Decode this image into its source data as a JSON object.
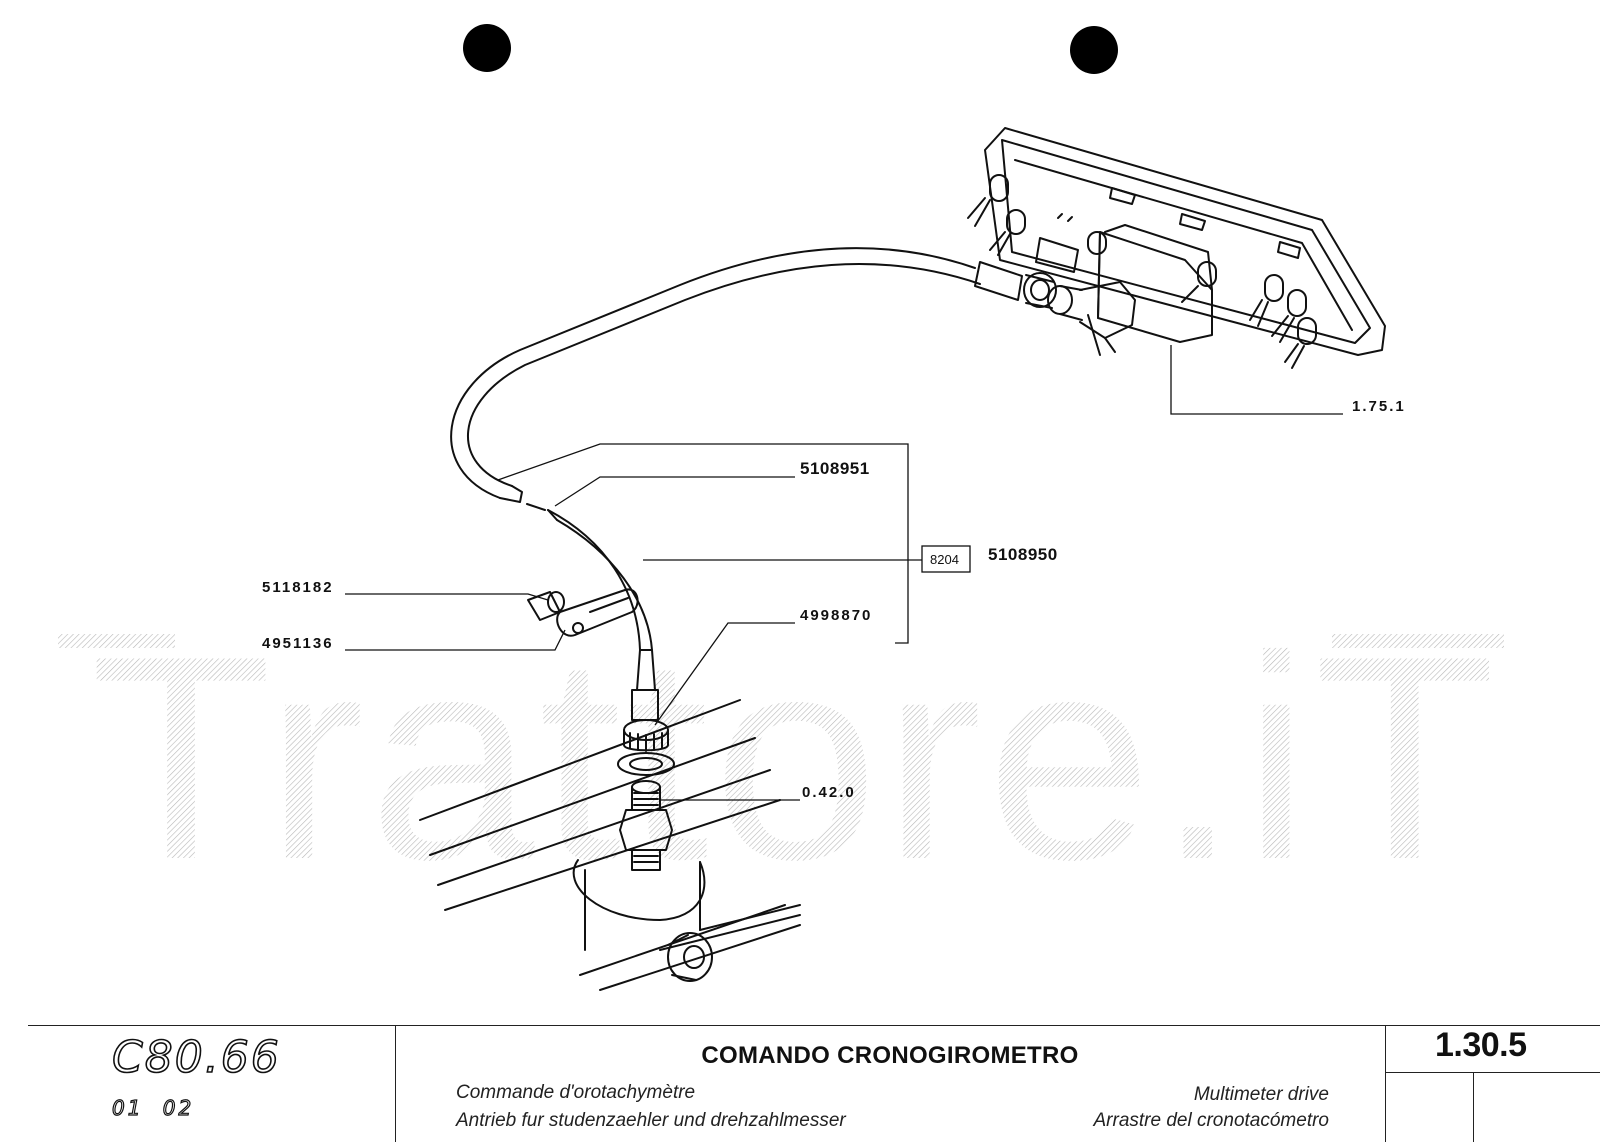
{
  "diagram": {
    "watermark": "Trattore.iT",
    "labels": {
      "instrument_panel": "1.75.1",
      "inner_cable": "5108951",
      "cable_assembly": "5108950",
      "cable_box_code": "8204",
      "bushing": "5118182",
      "clamp": "4951136",
      "ring_nut": "4998870",
      "drive_gear": "0.42.0"
    }
  },
  "title_block": {
    "model_code": "C80.66",
    "model_sub": "01 02",
    "title": "COMANDO CRONOGIROMETRO",
    "subtitle_fr": "Commande d'orotachymètre",
    "subtitle_de": "Antrieb fur studenzaehler und drehzahlmesser",
    "subtitle_en": "Multimeter drive",
    "subtitle_es": "Arrastre del cronotacómetro",
    "page_code": "1.30.5"
  },
  "colors": {
    "ink": "#111111",
    "watermark": "#bdbdbd",
    "paper": "#ffffff"
  }
}
